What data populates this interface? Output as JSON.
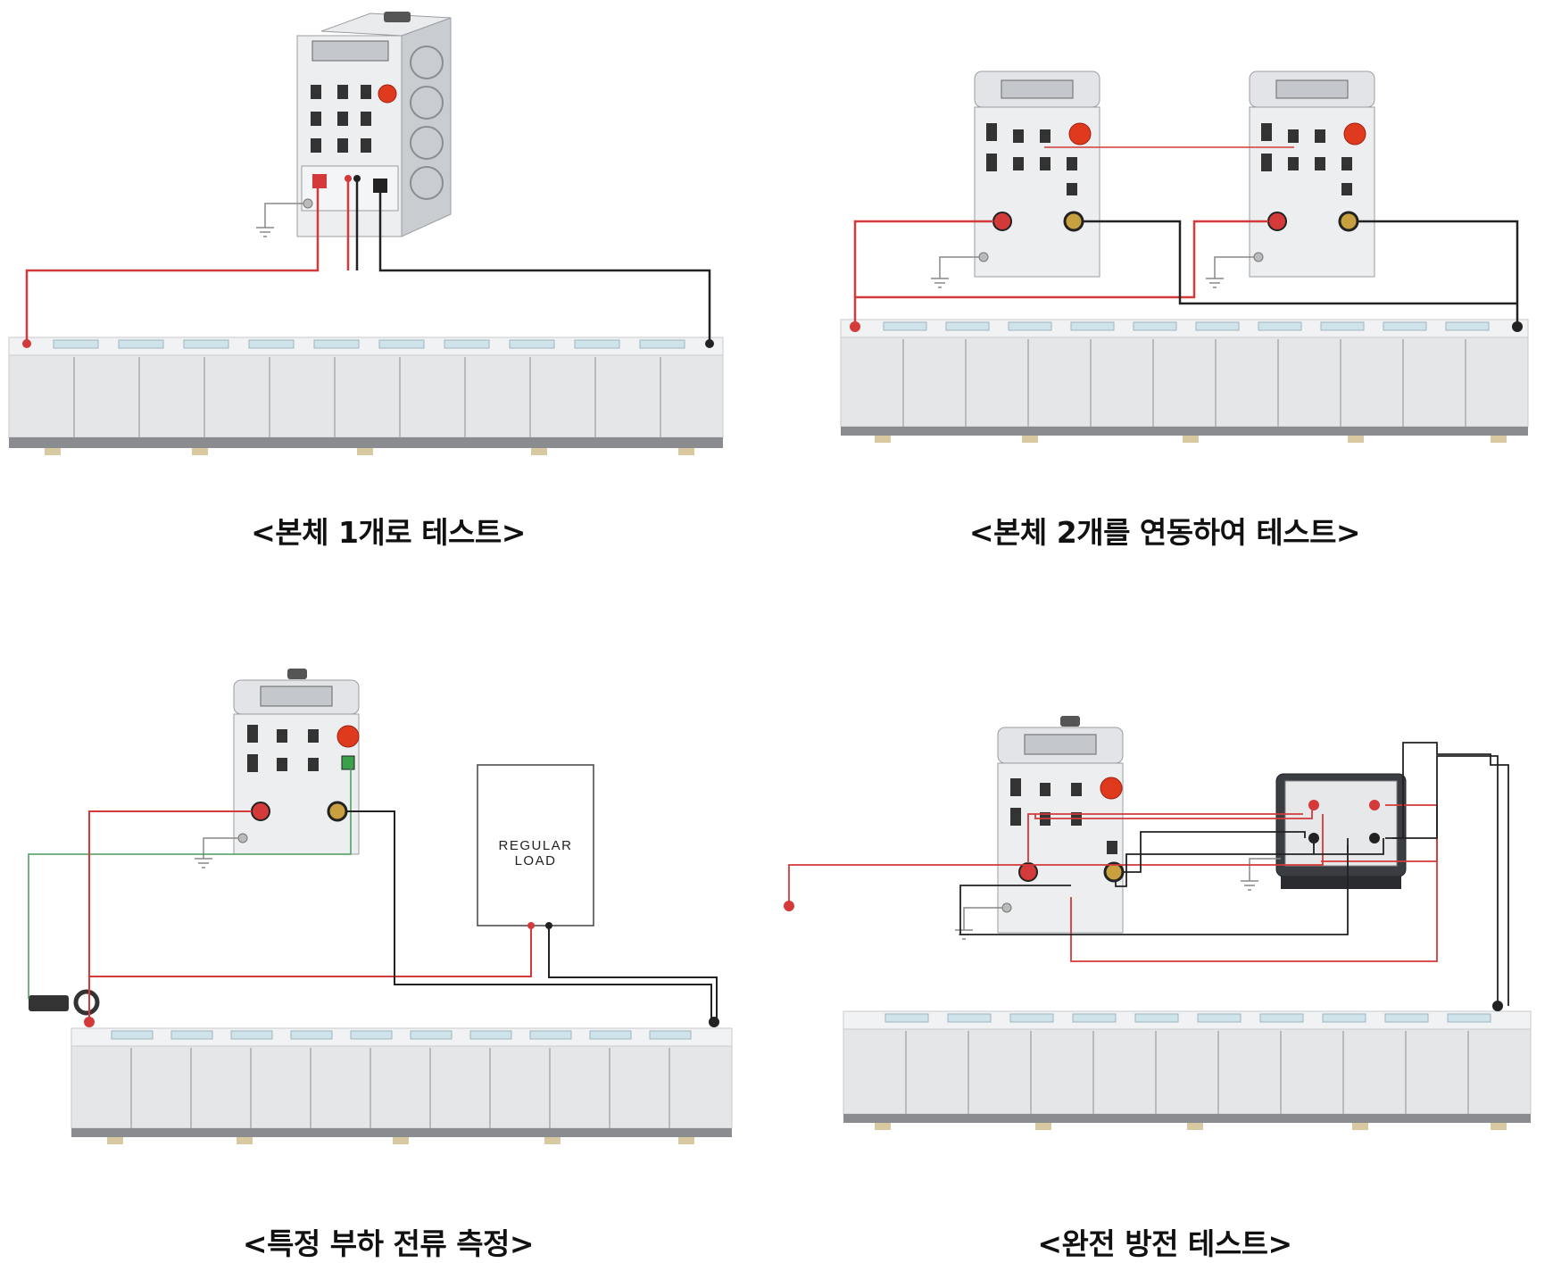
{
  "panels": [
    {
      "caption": "<본체 1개로 테스트>"
    },
    {
      "caption": "<본체 2개를 연동하여 테스트>"
    },
    {
      "caption": "<특정 부하 전류 측정>",
      "load_box_label": "REGULAR LOAD"
    },
    {
      "caption": "<완전 방전 테스트>"
    }
  ],
  "colors": {
    "positive_wire": "#d43a3a",
    "negative_wire": "#222222",
    "sense_wire": "#4a9a5a",
    "battery_body": "#e4e6e8",
    "battery_base": "#8a8c90",
    "device_body": "#d8dadd",
    "emergency_button": "#e03a1e"
  }
}
